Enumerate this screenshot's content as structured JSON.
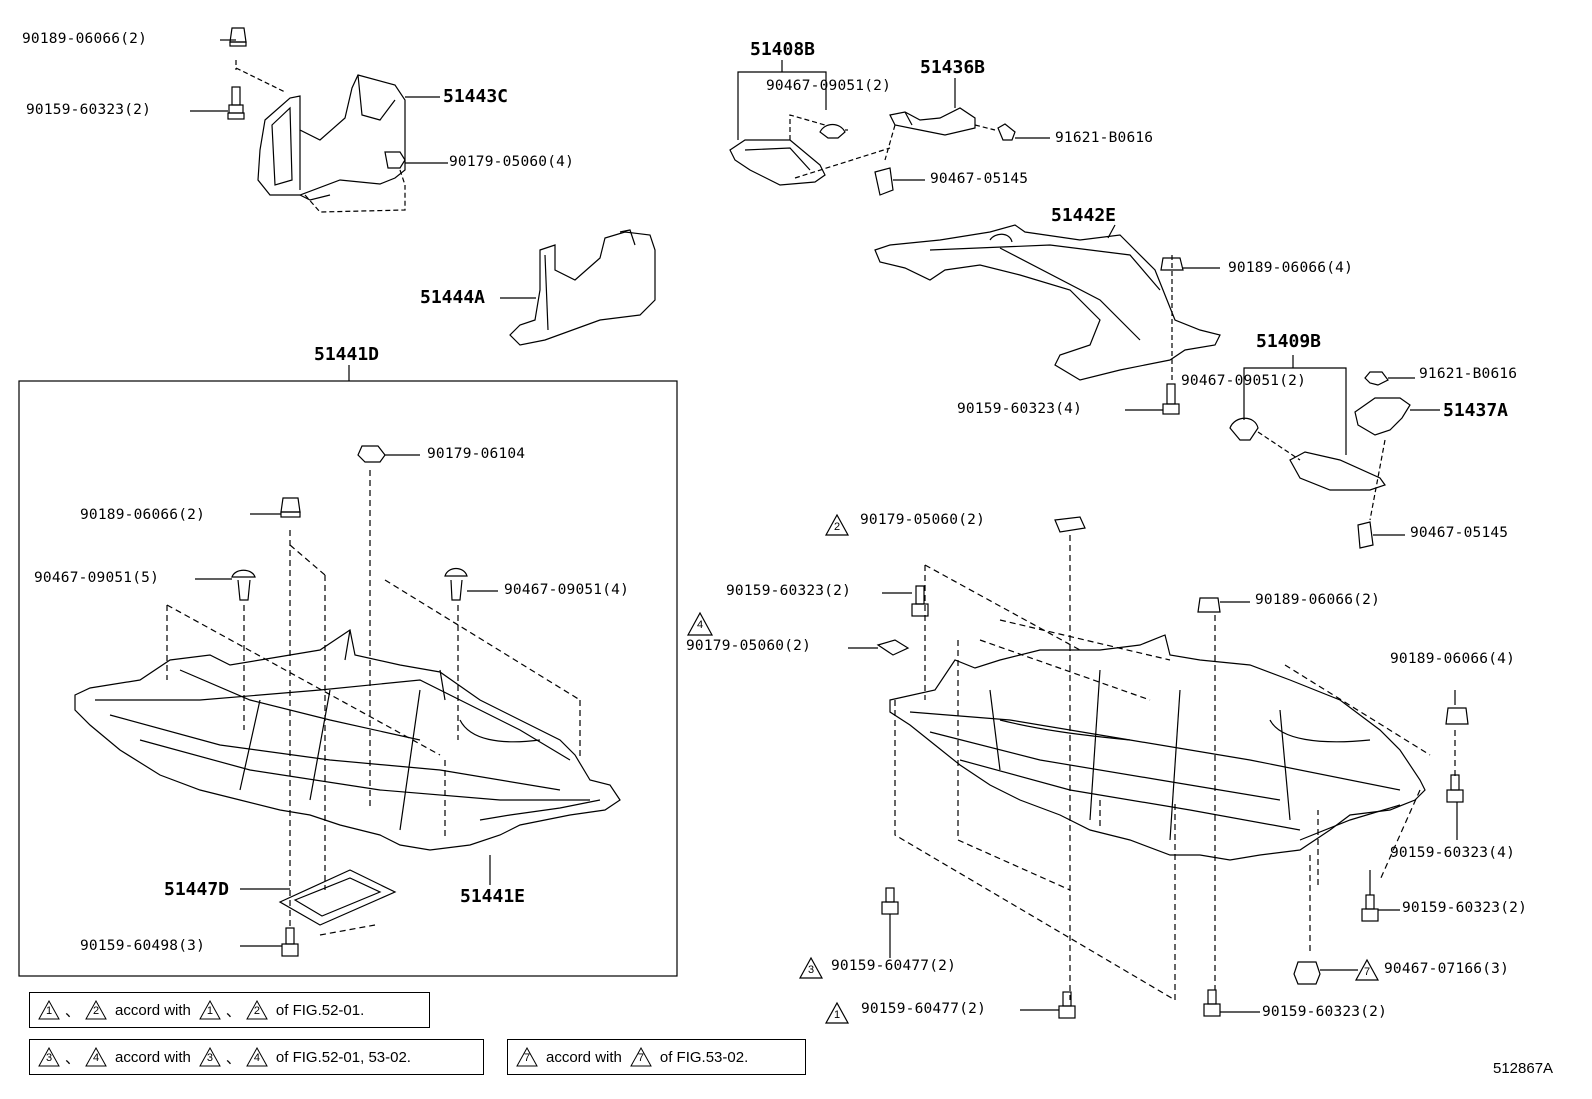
{
  "groups": {
    "g51441D": "51441D",
    "g51408B": "51408B",
    "g51409B": "51409B"
  },
  "parts": {
    "p51443C": "51443C",
    "p51444A": "51444A",
    "p51436B": "51436B",
    "p51442E": "51442E",
    "p51437A": "51437A",
    "p51447D": "51447D",
    "p51441E": "51441E"
  },
  "fasteners": {
    "f1": "90189-06066(2)",
    "f2": "90159-60323(2)",
    "f3": "90179-05060(4)",
    "f4": "90467-09051(2)",
    "f5": "91621-B0616",
    "f6": "90467-05145",
    "f7": "90189-06066(4)",
    "f8": "90467-09051(2)",
    "f9": "91621-B0616",
    "f10": "90159-60323(4)",
    "f11": "90467-05145",
    "f12": "90179-06104",
    "f13": "90189-06066(2)",
    "f14": "90467-09051(5)",
    "f15": "90467-09051(4)",
    "f16": "90159-60498(3)",
    "f17": "90179-05060(2)",
    "f18": "90159-60323(2)",
    "f19": "90179-05060(2)",
    "f20": "90189-06066(2)",
    "f21": "90189-06066(4)",
    "f22": "90159-60323(4)",
    "f23": "90159-60323(2)",
    "f24": "90159-60477(2)",
    "f25": "90467-07166(3)",
    "f26": "90159-60477(2)",
    "f27": "90159-60323(2)"
  },
  "markers": {
    "m2": "2",
    "m4": "4",
    "m3": "3",
    "m7": "7",
    "m1": "1"
  },
  "notes": {
    "n1": {
      "a": "1",
      "b": "2",
      "sep": "、",
      "text": "accord with",
      "c": "1",
      "d": "2",
      "ref": "of FIG.52-01."
    },
    "n2": {
      "a": "3",
      "b": "4",
      "sep": "、",
      "text": "accord with",
      "c": "3",
      "d": "4",
      "ref": "of FIG.52-01, 53-02."
    },
    "n3": {
      "a": "7",
      "text": "accord with",
      "c": "7",
      "ref": "of FIG.53-02."
    }
  },
  "figure_code": "512867A"
}
